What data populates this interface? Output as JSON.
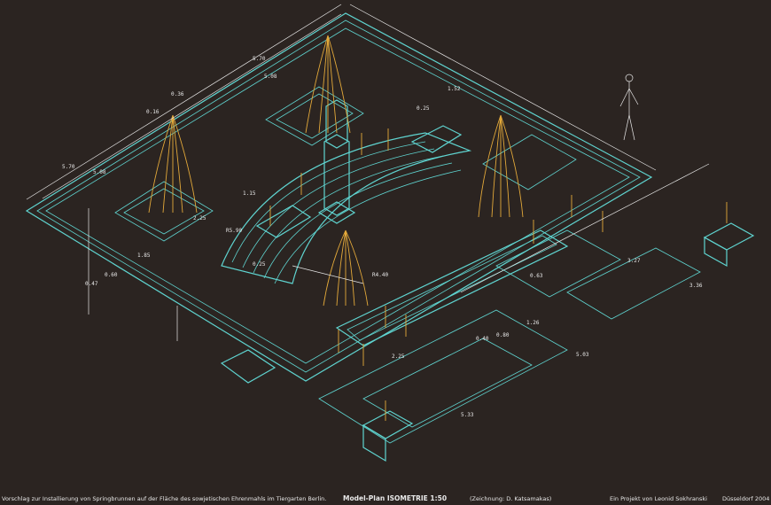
{
  "footer": {
    "caption": "Vorschlag zur Installierung von Springbrunnen auf der Fläche des sowjetischen Ehrenmahls im Tiergarten Berlin.",
    "title": "Model-Plan ISOMETRIE 1:50",
    "drawing_credit": "(Zeichnung: D. Katsamakas)",
    "project": "Ein Projekt von Leonid Sokhranski",
    "place_date": "Düsseldorf 2004"
  },
  "dimensions": {
    "d1": "5.70",
    "d2": "5.08",
    "d3": "0.36",
    "d4": "0.16",
    "d5": "5.70",
    "d6": "5.08",
    "d7": "1.15",
    "d8": "0.60",
    "d9": "1.85",
    "d10": "0.25",
    "d11": "0.47",
    "d12": "2.25",
    "d13": "R5.90",
    "d14": "R4.40",
    "d15": "3.27",
    "d16": "3.36",
    "d17": "5.03",
    "d18": "5.33",
    "d19": "1.26",
    "d20": "0.80",
    "d21": "0.25",
    "d22": "1.52",
    "d23": "0.63",
    "d24": "0.40",
    "d25": "2.25"
  },
  "colors": {
    "background": "#2b2421",
    "structure": "#5fd4d0",
    "fountains": "#e3a93a",
    "annotation": "#e8e8e8"
  }
}
